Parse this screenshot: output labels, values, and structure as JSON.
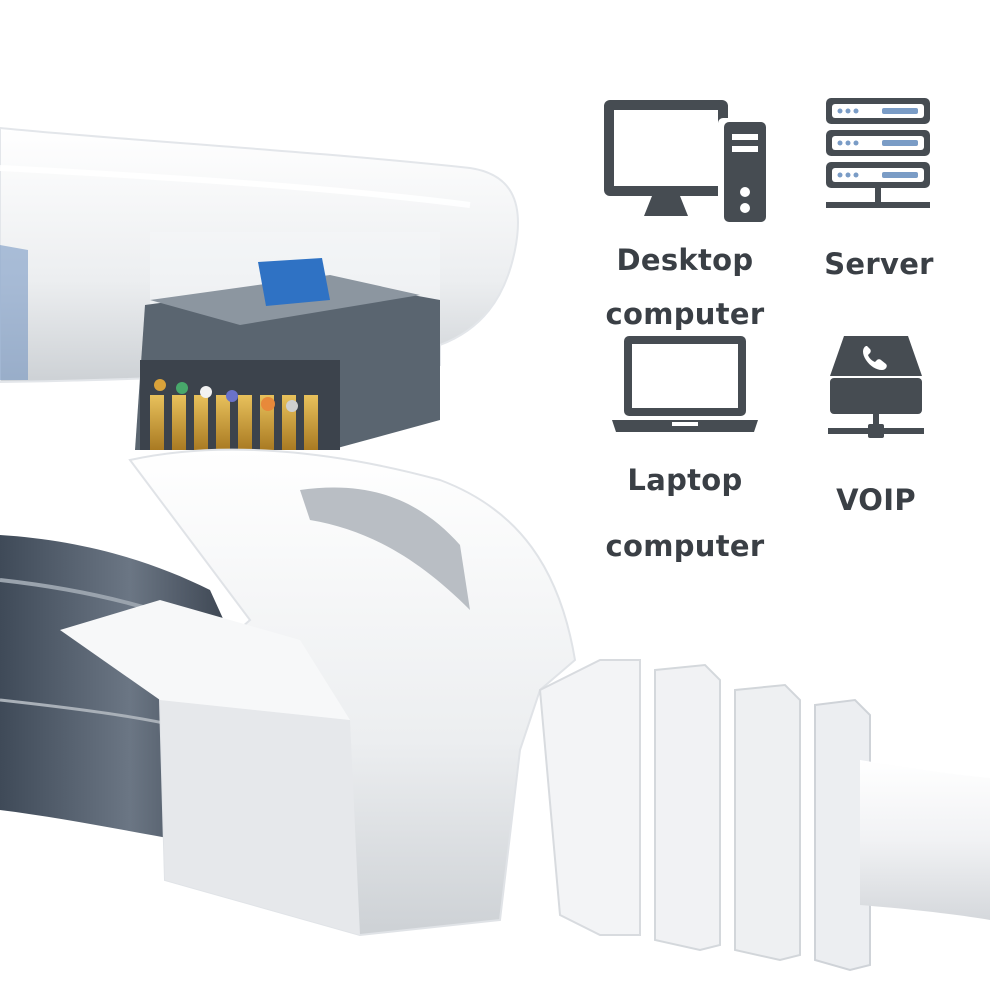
{
  "image": {
    "subject": "white ethernet patch cable plugs with snagless boots",
    "background": "#ffffff"
  },
  "icon_color": "#464c52",
  "icon_accent": "#7a9cc6",
  "devices": [
    {
      "icon": "desktop-computer-icon",
      "label_line1": "Desktop",
      "label_line2": "computer"
    },
    {
      "icon": "server-icon",
      "label_line1": "Server"
    },
    {
      "icon": "laptop-computer-icon",
      "label_line1": "Laptop",
      "label_line2": "computer"
    },
    {
      "icon": "voip-icon",
      "label_line1": "VOIP"
    }
  ]
}
